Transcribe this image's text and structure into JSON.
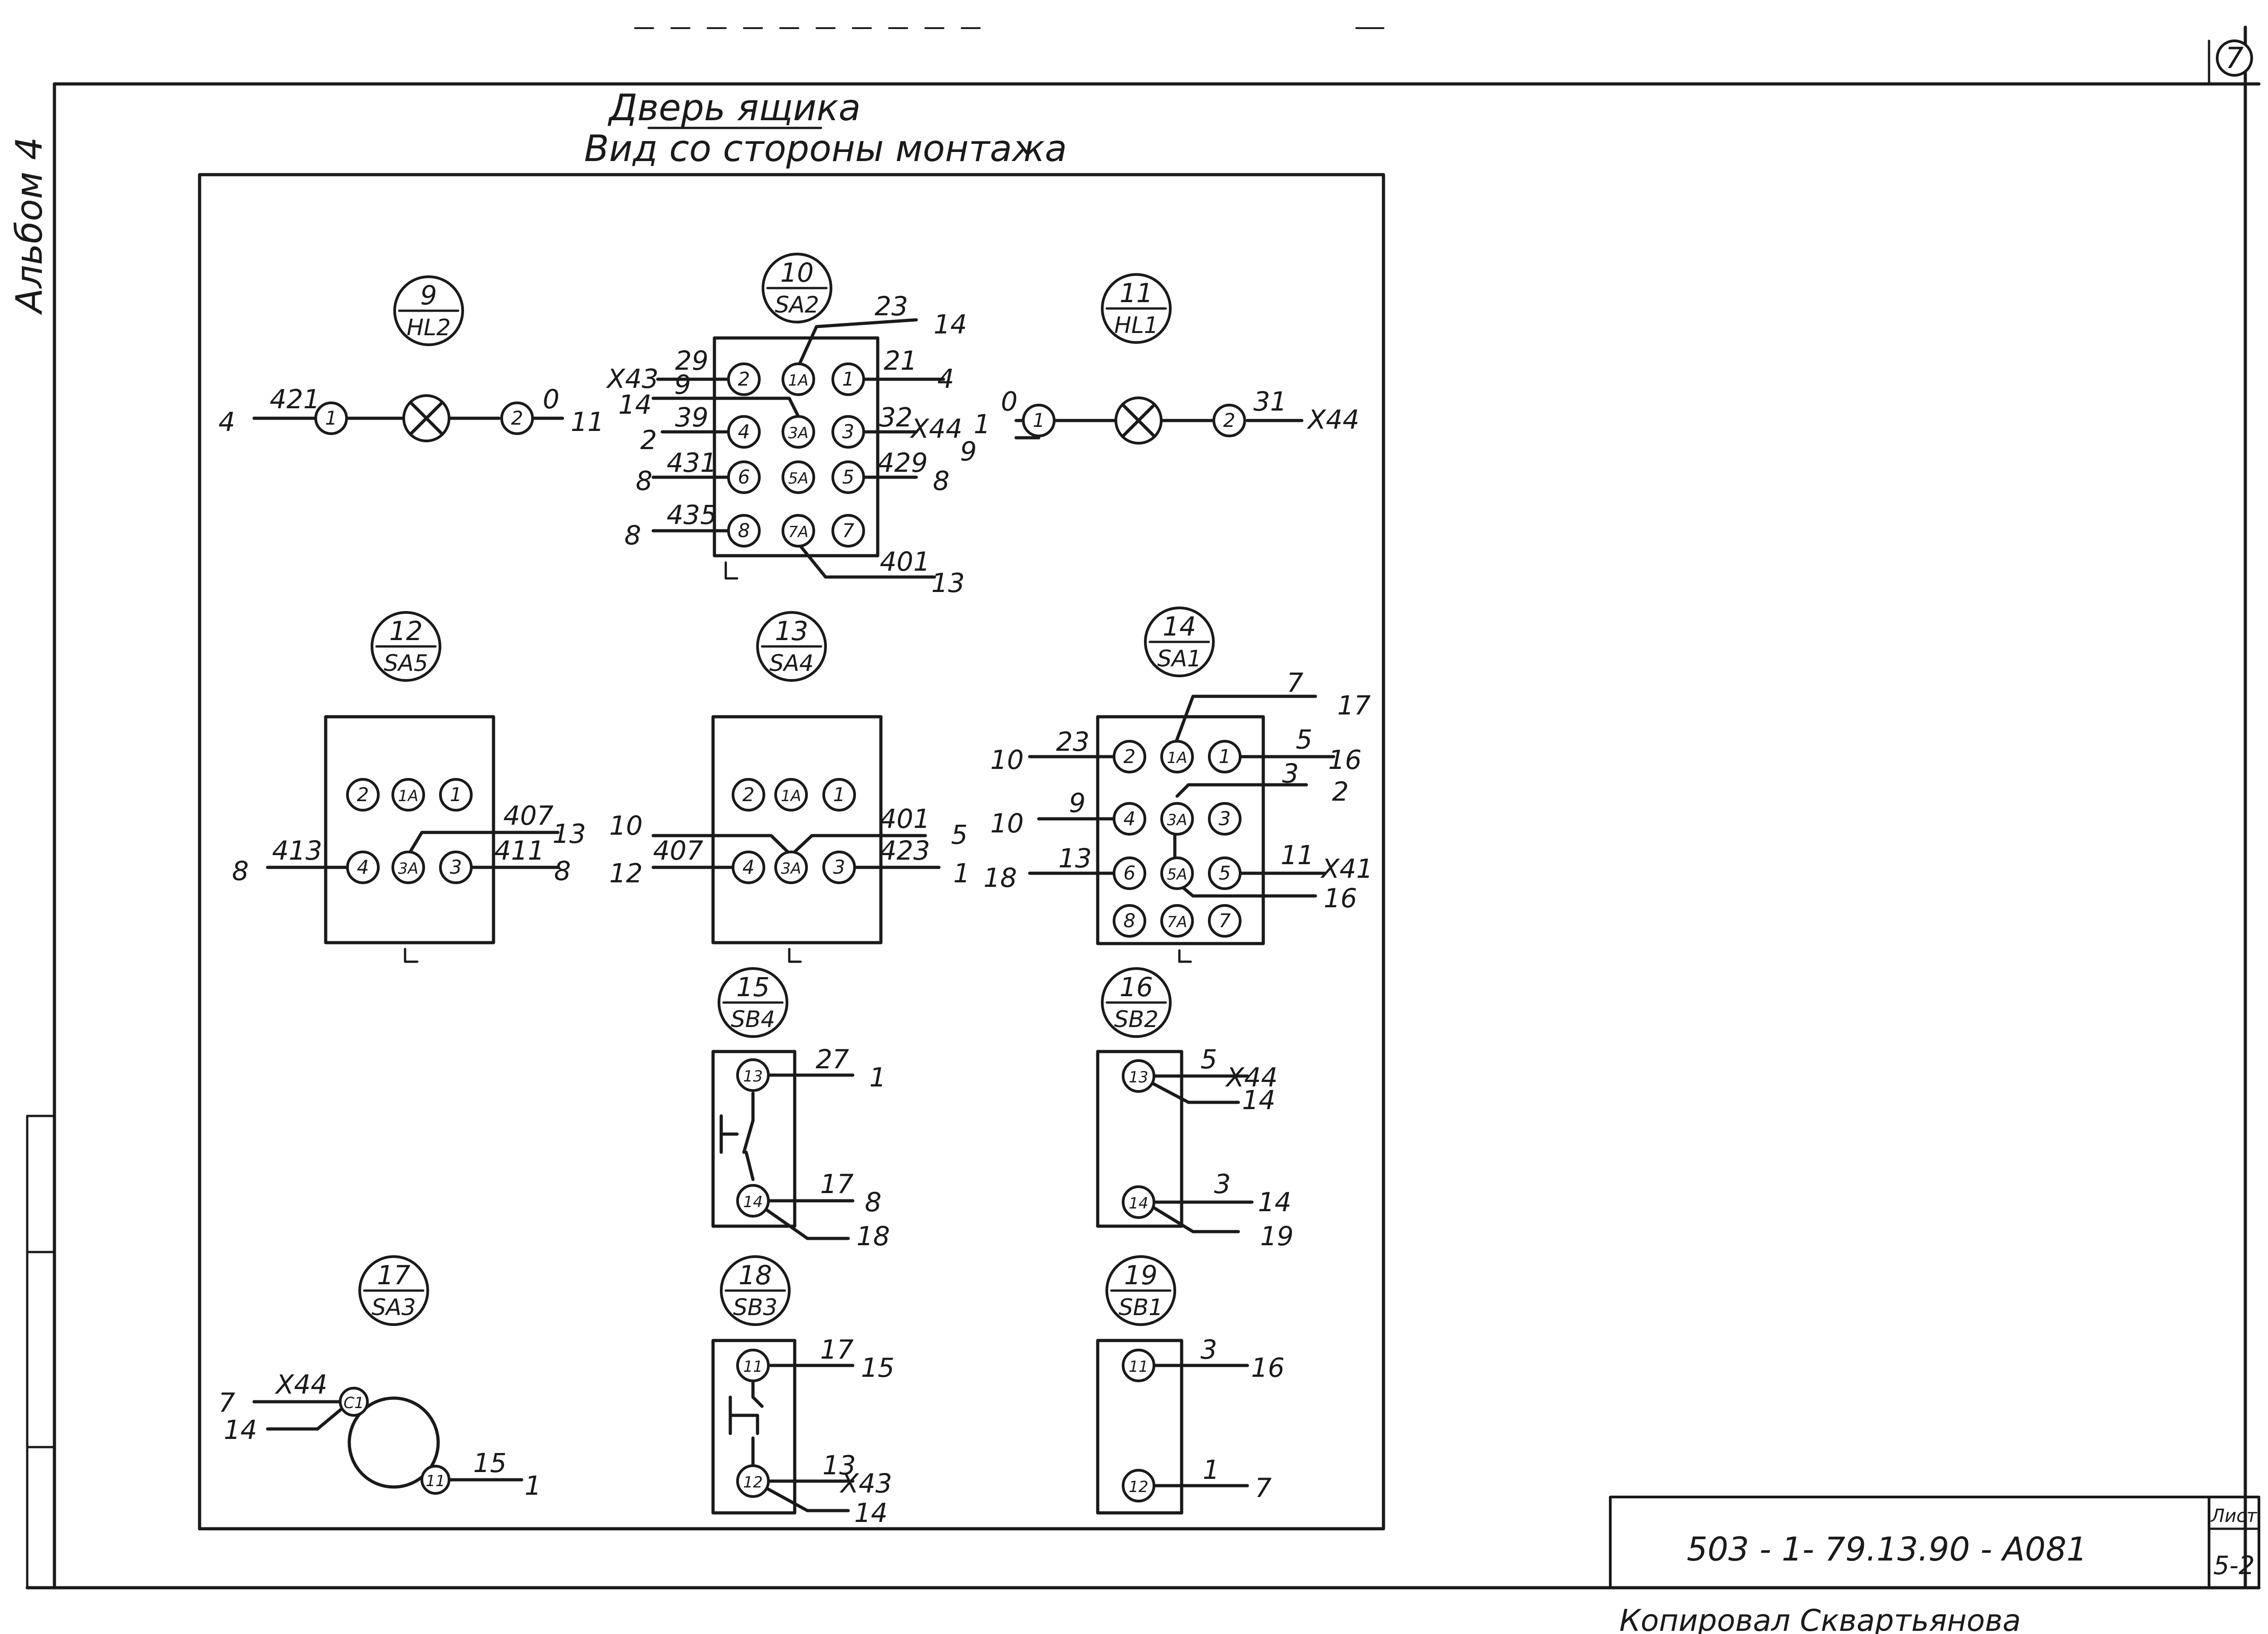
{
  "header": {
    "title": "Дверь ящика",
    "subtitle": "Вид со стороны монтажа",
    "album": "Альбом 4",
    "sheet_corner_number": "7"
  },
  "title_block": {
    "document_code": "503 - 1- 79.13.90 - А081",
    "sheet_label": "Лист",
    "sheet_number": "5-2",
    "footer_text": "Копировал Сквартьянова"
  },
  "devices": [
    {
      "id": "d9",
      "position": "9",
      "designation": "HL2",
      "kind": "lamp",
      "pins": [
        {
          "label": "1"
        },
        {
          "label": "2"
        }
      ],
      "wires": [
        {
          "text": "421"
        },
        {
          "text": "4"
        },
        {
          "text": "0"
        },
        {
          "text": "11"
        }
      ]
    },
    {
      "id": "d10",
      "position": "10",
      "designation": "SA2",
      "kind": "switch9",
      "pins": [
        {
          "label": "2"
        },
        {
          "label": "1A"
        },
        {
          "label": "1"
        },
        {
          "label": "4"
        },
        {
          "label": "3A"
        },
        {
          "label": "3"
        },
        {
          "label": "6"
        },
        {
          "label": "5A"
        },
        {
          "label": "5"
        },
        {
          "label": "8"
        },
        {
          "label": "7A"
        },
        {
          "label": "7"
        }
      ],
      "wires": [
        {
          "text": "23"
        },
        {
          "text": "14"
        },
        {
          "text": "29"
        },
        {
          "text": "X43"
        },
        {
          "text": "21"
        },
        {
          "text": "4"
        },
        {
          "text": "9"
        },
        {
          "text": "14"
        },
        {
          "text": "39"
        },
        {
          "text": "2"
        },
        {
          "text": "32"
        },
        {
          "text": "X44"
        },
        {
          "text": "431"
        },
        {
          "text": "8"
        },
        {
          "text": "429"
        },
        {
          "text": "8"
        },
        {
          "text": "435"
        },
        {
          "text": "8"
        },
        {
          "text": "401"
        },
        {
          "text": "13"
        }
      ]
    },
    {
      "id": "d11",
      "position": "11",
      "designation": "HL1",
      "kind": "lamp",
      "pins": [
        {
          "label": "1"
        },
        {
          "label": "2"
        }
      ],
      "wires": [
        {
          "text": "0"
        },
        {
          "text": "1"
        },
        {
          "text": "9"
        },
        {
          "text": "31"
        },
        {
          "text": "X44"
        }
      ]
    },
    {
      "id": "d12",
      "position": "12",
      "designation": "SA5",
      "kind": "switch6",
      "pins": [
        {
          "label": "2"
        },
        {
          "label": "1A"
        },
        {
          "label": "1"
        },
        {
          "label": "4"
        },
        {
          "label": "3A"
        },
        {
          "label": "3"
        }
      ],
      "wires": [
        {
          "text": "413"
        },
        {
          "text": "8"
        },
        {
          "text": "407"
        },
        {
          "text": "13"
        },
        {
          "text": "411"
        },
        {
          "text": "8"
        }
      ]
    },
    {
      "id": "d13",
      "position": "13",
      "designation": "SA4",
      "kind": "switch6",
      "pins": [
        {
          "label": "2"
        },
        {
          "label": "1A"
        },
        {
          "label": "1"
        },
        {
          "label": "4"
        },
        {
          "label": "3A"
        },
        {
          "label": "3"
        }
      ],
      "wires": [
        {
          "text": "10"
        },
        {
          "text": "407"
        },
        {
          "text": "12"
        },
        {
          "text": "401"
        },
        {
          "text": "5"
        },
        {
          "text": "423"
        },
        {
          "text": "1"
        }
      ]
    },
    {
      "id": "d14",
      "position": "14",
      "designation": "SA1",
      "kind": "switch12",
      "pins": [
        {
          "label": "2"
        },
        {
          "label": "1A"
        },
        {
          "label": "1"
        },
        {
          "label": "4"
        },
        {
          "label": "3A"
        },
        {
          "label": "3"
        },
        {
          "label": "6"
        },
        {
          "label": "5A"
        },
        {
          "label": "5"
        },
        {
          "label": "8"
        },
        {
          "label": "7A"
        },
        {
          "label": "7"
        }
      ],
      "wires": [
        {
          "text": "7"
        },
        {
          "text": "17"
        },
        {
          "text": "23"
        },
        {
          "text": "10"
        },
        {
          "text": "5"
        },
        {
          "text": "16"
        },
        {
          "text": "3"
        },
        {
          "text": "2"
        },
        {
          "text": "9"
        },
        {
          "text": "10"
        },
        {
          "text": "13"
        },
        {
          "text": "18"
        },
        {
          "text": "11"
        },
        {
          "text": "X41"
        },
        {
          "text": "16"
        }
      ]
    },
    {
      "id": "d15",
      "position": "15",
      "designation": "SB4",
      "kind": "button",
      "pins": [
        {
          "label": "13"
        },
        {
          "label": "14"
        }
      ],
      "wires": [
        {
          "text": "27"
        },
        {
          "text": "1"
        },
        {
          "text": "17"
        },
        {
          "text": "8"
        },
        {
          "text": "18"
        }
      ]
    },
    {
      "id": "d16",
      "position": "16",
      "designation": "SB2",
      "kind": "button",
      "pins": [
        {
          "label": "13"
        },
        {
          "label": "14"
        }
      ],
      "wires": [
        {
          "text": "5"
        },
        {
          "text": "X44"
        },
        {
          "text": "14"
        },
        {
          "text": "3"
        },
        {
          "text": "14"
        },
        {
          "text": "19"
        }
      ]
    },
    {
      "id": "d17",
      "position": "17",
      "designation": "SA3",
      "kind": "key",
      "pins": [
        {
          "label": "C1"
        },
        {
          "label": "11"
        }
      ],
      "wires": [
        {
          "text": "X44"
        },
        {
          "text": "7"
        },
        {
          "text": "14"
        },
        {
          "text": "15"
        },
        {
          "text": "1"
        }
      ]
    },
    {
      "id": "d18",
      "position": "18",
      "designation": "SB3",
      "kind": "button",
      "pins": [
        {
          "label": "11"
        },
        {
          "label": "12"
        }
      ],
      "wires": [
        {
          "text": "17"
        },
        {
          "text": "15"
        },
        {
          "text": "13"
        },
        {
          "text": "X43"
        },
        {
          "text": "14"
        }
      ]
    },
    {
      "id": "d19",
      "position": "19",
      "designation": "SB1",
      "kind": "button",
      "pins": [
        {
          "label": "11"
        },
        {
          "label": "12"
        }
      ],
      "wires": [
        {
          "text": "3"
        },
        {
          "text": "16"
        },
        {
          "text": "1"
        },
        {
          "text": "7"
        }
      ]
    }
  ]
}
